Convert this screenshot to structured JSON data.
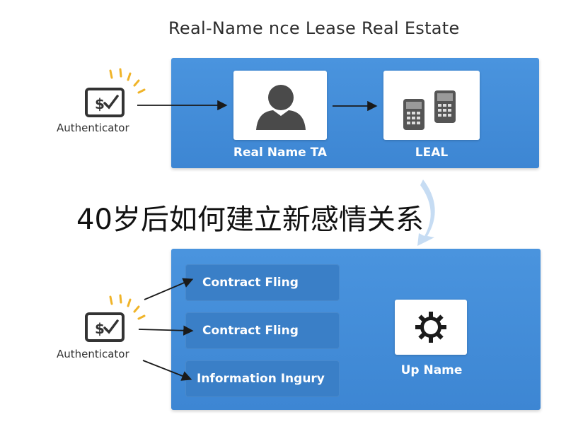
{
  "diagram": {
    "title": "Real-Name nce Lease Real Estate",
    "top_flow": {
      "authenticator_label": "Authenticator",
      "card_person_label": "Real Name TA",
      "card_devices_label": "LEAL"
    },
    "bottom_flow": {
      "authenticator_label": "Authenticator",
      "bars": [
        {
          "label": "Contract Fling"
        },
        {
          "label": "Contract Fling"
        },
        {
          "label": "Information Ingury"
        }
      ],
      "card_gear_label": "Up Name"
    }
  },
  "overlay": {
    "headline": "40岁后如何建立新感情关系"
  }
}
